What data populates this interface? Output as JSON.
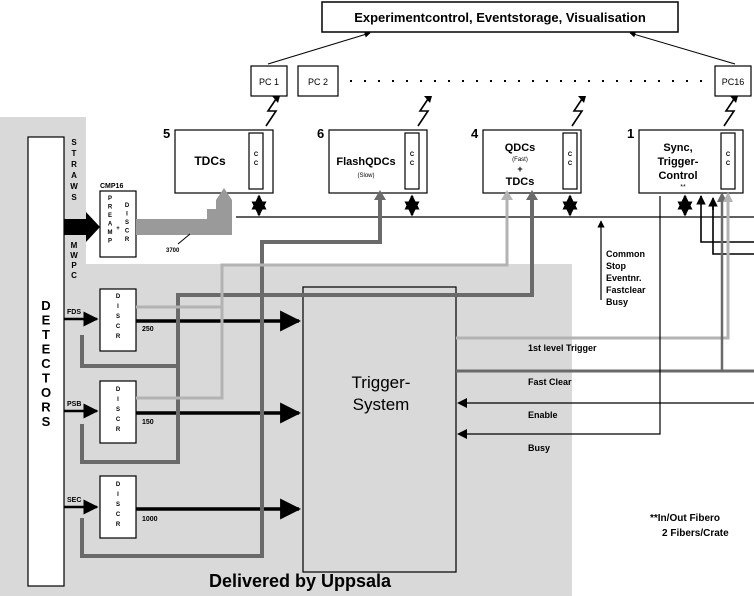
{
  "title": "Experimentcontrol, Eventstorage, Visualisation",
  "pcs": [
    "PC 1",
    "PC 2",
    "PC16"
  ],
  "crates": [
    {
      "num": "5",
      "label": "TDCs"
    },
    {
      "num": "6",
      "label": "FlashQDCs",
      "sub": "(Slow)"
    },
    {
      "num": "4",
      "label": "QDCs",
      "sub": "(Fast)",
      "plus": "+",
      "label2": "TDCs"
    },
    {
      "num": "1",
      "label": "Sync,",
      "label2": "Trigger-",
      "label3": "Control",
      "mark": "**"
    }
  ],
  "cc": "CC",
  "detectors": "DETECTORS",
  "straws": "STRAWS",
  "mwpc": "MWPC",
  "cmp16": "CMP16",
  "preamp": "PREAMP",
  "plus_sign": "+",
  "discr": "DISCR",
  "count_3700": "3700",
  "common_stop": [
    "Common",
    "Stop",
    "Eventnr.",
    "Fastclear",
    "Busy"
  ],
  "rows": [
    {
      "name": "FDS",
      "count": "250"
    },
    {
      "name": "PSB",
      "count": "150"
    },
    {
      "name": "SEC",
      "count": "1000"
    }
  ],
  "trigger_system": [
    "Trigger-",
    "System"
  ],
  "signals": [
    "1st level Trigger",
    "Fast Clear",
    "Enable",
    "Busy"
  ],
  "footnote": [
    "**In/Out  Fibero",
    "2 Fibers/Crate"
  ],
  "delivered": "Delivered by Uppsala"
}
